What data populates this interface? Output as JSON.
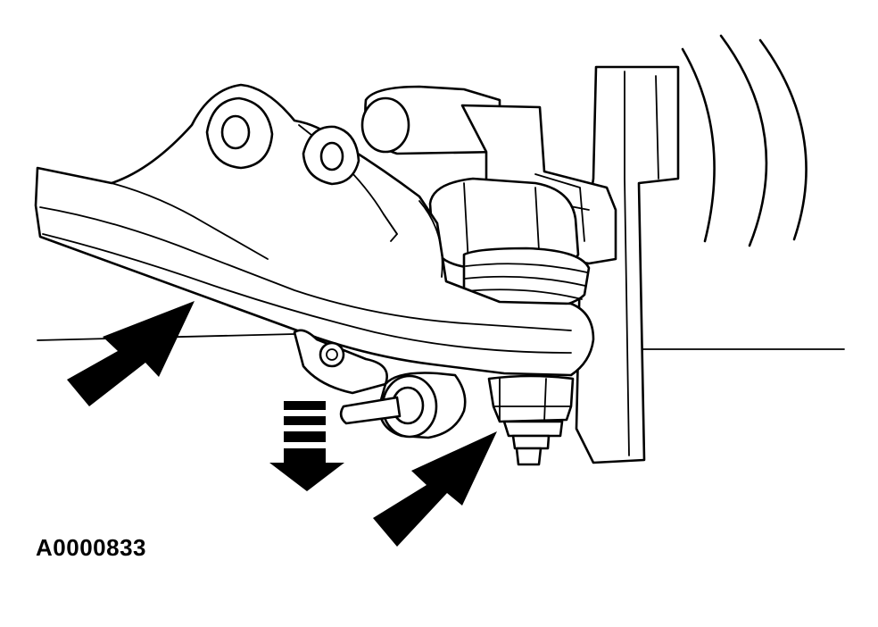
{
  "figure": {
    "label": "A0000833"
  },
  "colors": {
    "ink": "#000000",
    "paper": "#ffffff"
  },
  "icons": [
    "arrow-left",
    "arrow-right",
    "dashed-down-arrow"
  ]
}
